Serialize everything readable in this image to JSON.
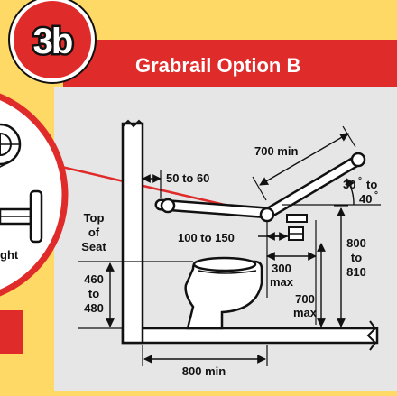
{
  "badge": {
    "number": "3b",
    "color": "#e02b2b"
  },
  "header": {
    "title": "Grabrail Option B",
    "color": "#e02b2b"
  },
  "left_panel": {
    "fragment_text": "ght"
  },
  "dimensions": {
    "rail_length": "700 min",
    "wall_offset": "50 to 60",
    "angle_line1": "30",
    "angle_unit": "°",
    "angle_to": "to",
    "angle_line2": "40",
    "top_of_seat_line1": "Top",
    "top_of_seat_line2": "of",
    "top_of_seat_line3": "Seat",
    "paper_offset": "100 to 150",
    "height_line1": "800",
    "height_line2": "to",
    "height_line3": "810",
    "forward_line1": "300",
    "forward_line2": "max",
    "seat_h_line1": "460",
    "seat_h_line2": "to",
    "seat_h_line3": "480",
    "roll_h_line1": "700",
    "roll_h_line2": "max",
    "floor_width": "800 min"
  },
  "colors": {
    "background": "#ffd966",
    "panel": "#e6e6e6",
    "accent": "#e02b2b",
    "ink": "#111111"
  }
}
